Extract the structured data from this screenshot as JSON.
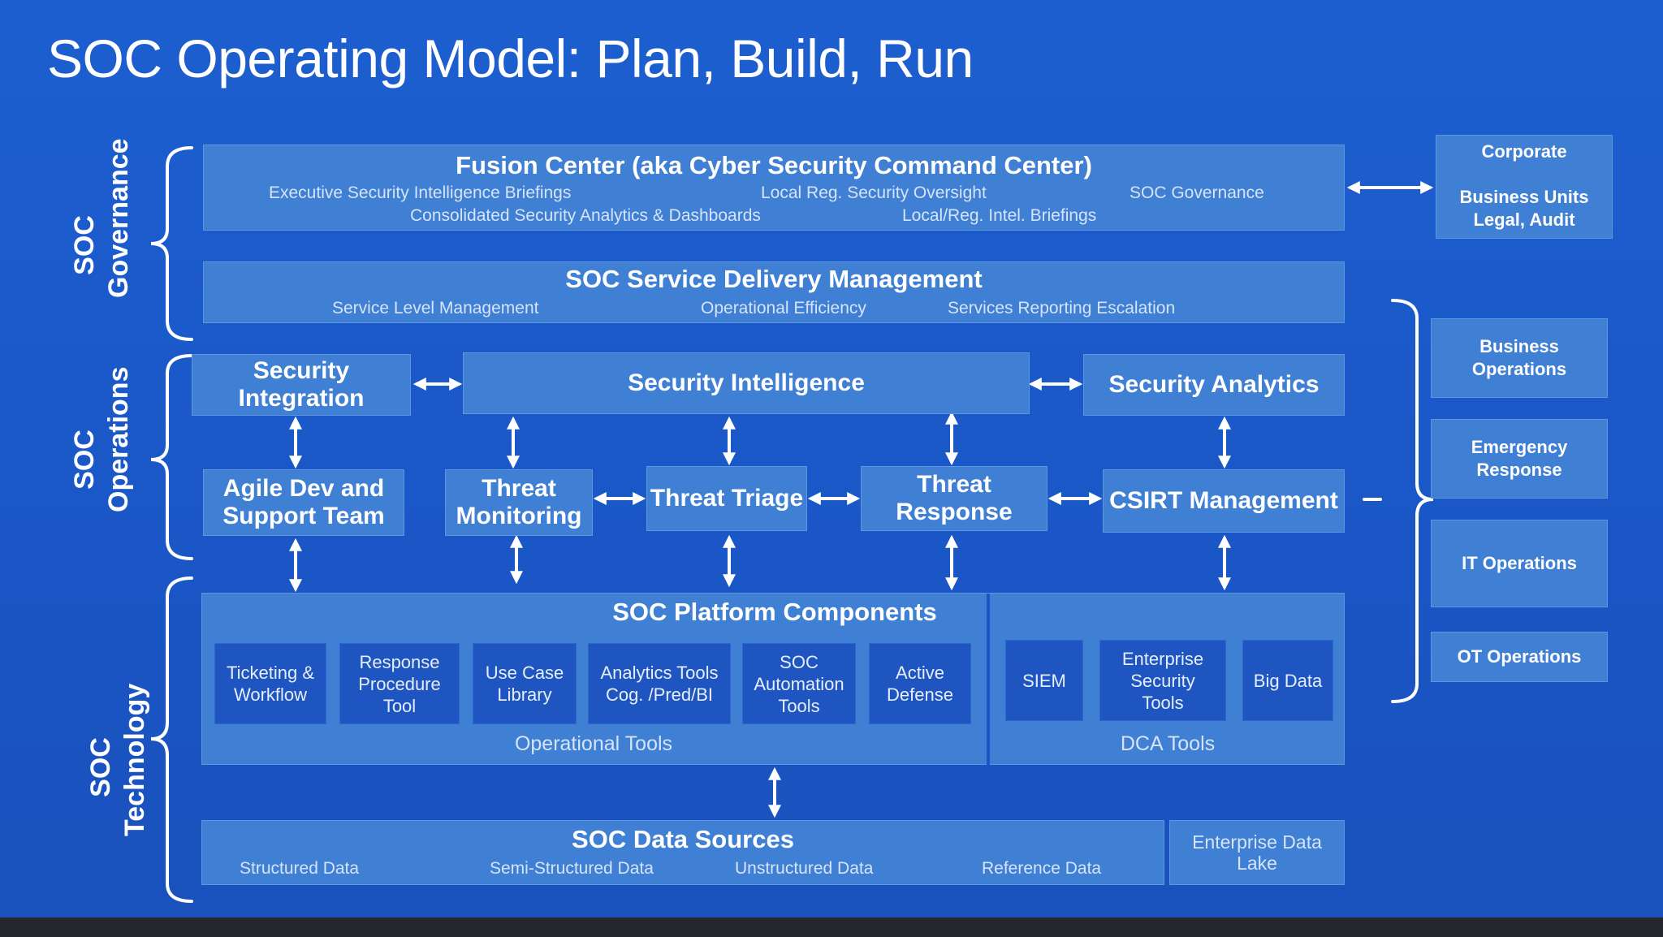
{
  "title": "SOC Operating Model: Plan, Build, Run",
  "side_labels": {
    "governance": [
      "SOC",
      "Governance"
    ],
    "operations": [
      "SOC",
      "Operations"
    ],
    "technology": [
      "SOC",
      "Technology"
    ]
  },
  "fusion_center": {
    "title": "Fusion Center (aka Cyber Security Command Center)",
    "items": [
      "Executive Security Intelligence Briefings",
      "Local Reg. Security Oversight",
      "SOC Governance",
      "Consolidated Security Analytics & Dashboards",
      "Local/Reg. Intel. Briefings"
    ]
  },
  "corporate": {
    "title": "Corporate",
    "lines": [
      "Business Units",
      "Legal, Audit"
    ]
  },
  "service_delivery": {
    "title": "SOC Service Delivery Management",
    "items": [
      "Service Level Management",
      "Operational Efficiency",
      "Services Reporting Escalation"
    ]
  },
  "operations": {
    "security_integration": [
      "Security",
      "Integration"
    ],
    "security_intelligence": "Security Intelligence",
    "security_analytics": "Security Analytics",
    "agile_dev": [
      "Agile Dev and",
      "Support Team"
    ],
    "threat_monitoring": [
      "Threat",
      "Monitoring"
    ],
    "threat_triage": "Threat Triage",
    "threat_response": [
      "Threat",
      "Response"
    ],
    "csirt": "CSIRT Management"
  },
  "platform": {
    "title": "SOC Platform Components",
    "operational_tools_label": "Operational Tools",
    "dca_tools_label": "DCA Tools",
    "operational_tools": [
      [
        "Ticketing &",
        "Workflow"
      ],
      [
        "Response",
        "Procedure",
        "Tool"
      ],
      [
        "Use Case",
        "Library"
      ],
      [
        "Analytics Tools",
        "Cog. /Pred/BI"
      ],
      [
        "SOC",
        "Automation",
        "Tools"
      ],
      [
        "Active",
        "Defense"
      ]
    ],
    "dca_tools": [
      [
        "SIEM"
      ],
      [
        "Enterprise",
        "Security",
        "Tools"
      ],
      [
        "Big Data"
      ]
    ]
  },
  "data_sources": {
    "title": "SOC Data Sources",
    "items": [
      "Structured Data",
      "Semi-Structured Data",
      "Unstructured Data",
      "Reference Data"
    ],
    "lake": [
      "Enterprise Data",
      "Lake"
    ]
  },
  "right_column": [
    [
      "Business",
      "Operations"
    ],
    [
      "Emergency",
      "Response"
    ],
    [
      "IT Operations"
    ],
    [
      "OT Operations"
    ]
  ],
  "colors": {
    "background": "#1a56c6",
    "box": "#3f7fd4",
    "tool_box": "#1e55c0",
    "text": "#ffffff"
  }
}
